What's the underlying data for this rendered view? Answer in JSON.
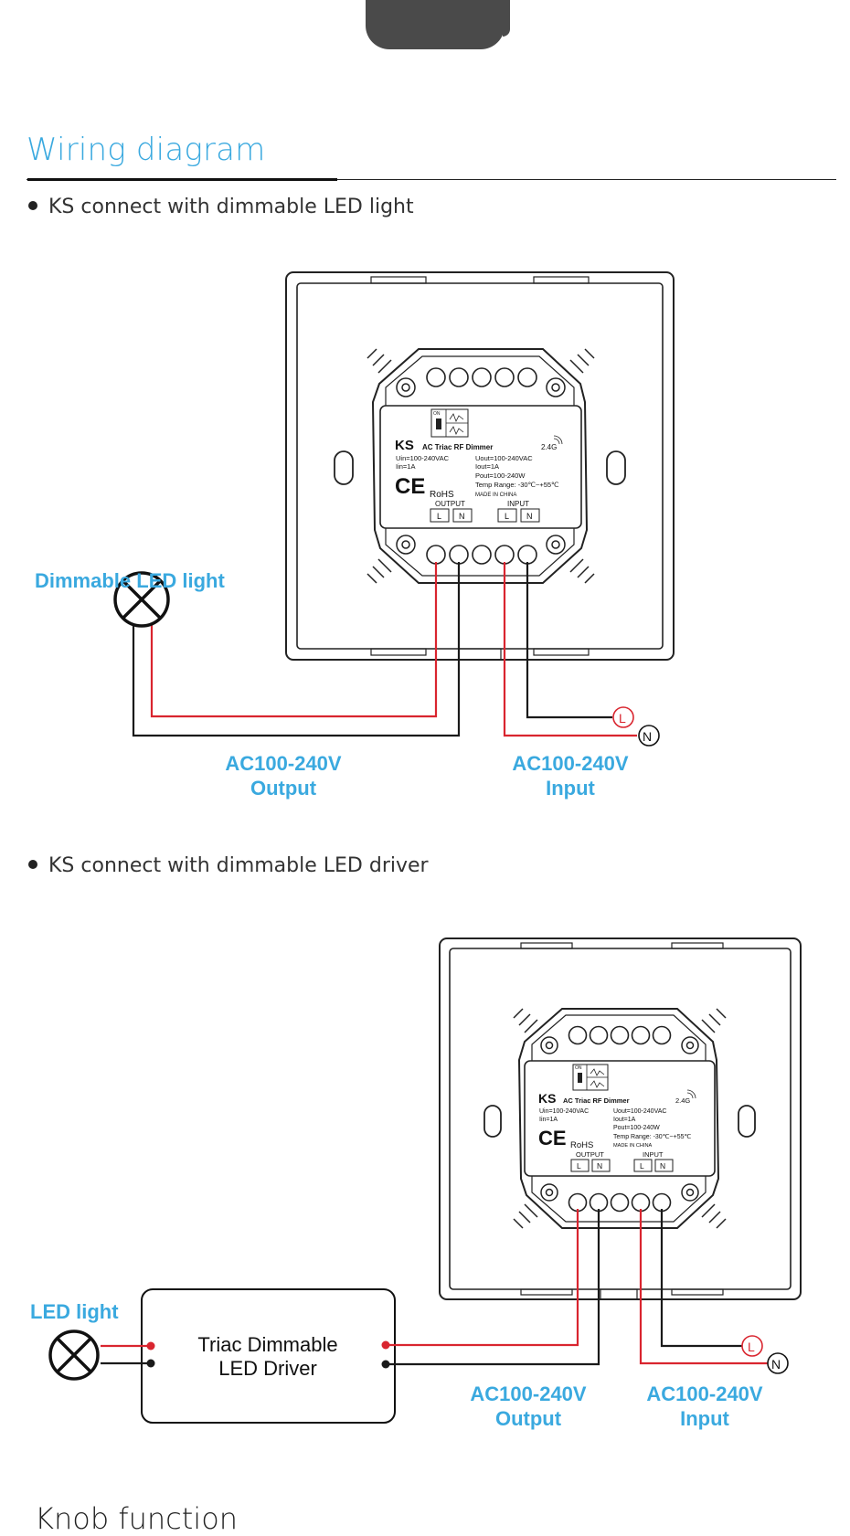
{
  "section": {
    "title": "Wiring diagram",
    "next_title": "Knob function"
  },
  "diagram1": {
    "bullet": "KS connect with dimmable LED light",
    "light_label": "Dimmable LED light",
    "output_label_line1": "AC100-240V",
    "output_label_line2": "Output",
    "input_label_line1": "AC100-240V",
    "input_label_line2": "Input",
    "terminal_L": "L",
    "terminal_N": "N"
  },
  "diagram2": {
    "bullet": "KS connect with dimmable LED driver",
    "light_label": "LED light",
    "driver_line1": "Triac Dimmable",
    "driver_line2": "LED Driver",
    "output_label_line1": "AC100-240V",
    "output_label_line2": "Output",
    "input_label_line1": "AC100-240V",
    "input_label_line2": "Input",
    "terminal_L": "L",
    "terminal_N": "N"
  },
  "module": {
    "model": "KS",
    "name": "AC Triac RF Dimmer",
    "rf": "2.4G",
    "uin": "Uin=100-240VAC",
    "iin": "Iin=1A",
    "uout": "Uout=100-240VAC",
    "iout": "Iout=1A",
    "pout": "Pout=100-240W",
    "temp": "Temp Range: -30℃~+55℃",
    "made": "MADE IN CHINA",
    "ce": "CE",
    "rohs": "RoHS",
    "output": "OUTPUT",
    "input": "INPUT",
    "L": "L",
    "N": "N",
    "on": "ON"
  },
  "colors": {
    "accent_blue": "#3aa9df",
    "wire_red": "#d9252f",
    "wire_black": "#1a1a1a"
  }
}
